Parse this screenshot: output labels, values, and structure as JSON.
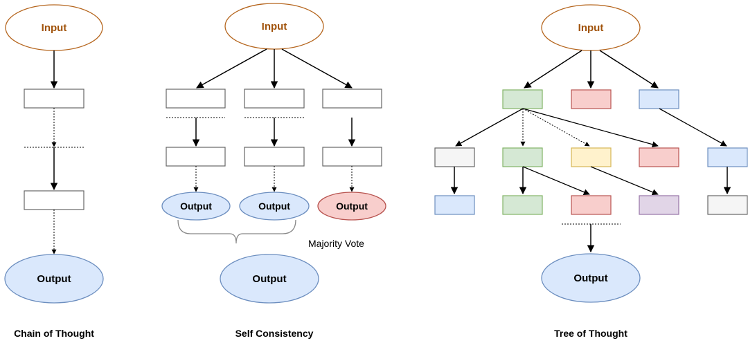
{
  "chain_of_thought": {
    "title": "Chain of Thought",
    "input_label": "Input",
    "output_label": "Output"
  },
  "self_consistency": {
    "title": "Self Consistency",
    "input_label": "Input",
    "branch_outputs": [
      "Output",
      "Output",
      "Output"
    ],
    "vote_label": "Majority Vote",
    "final_output_label": "Output"
  },
  "tree_of_thought": {
    "title": "Tree of Thought",
    "input_label": "Input",
    "output_label": "Output"
  },
  "colors": {
    "input_stroke": "#b5651d",
    "input_text": "#a0520a",
    "output_fill_blue": "#dae8fc",
    "output_stroke_blue": "#6c8ebf",
    "output_fill_red": "#f8cecc",
    "output_stroke_red": "#b85450",
    "node_green_fill": "#d5e8d4",
    "node_green_stroke": "#82b366",
    "node_red_fill": "#f8cecc",
    "node_red_stroke": "#b85450",
    "node_blue_fill": "#dae8fc",
    "node_blue_stroke": "#6c8ebf",
    "node_yellow_fill": "#fff2cc",
    "node_yellow_stroke": "#d6b656",
    "node_gray_fill": "#f5f5f5",
    "node_gray_stroke": "#666666",
    "node_purple_fill": "#e1d5e7",
    "node_purple_stroke": "#9673a6"
  }
}
